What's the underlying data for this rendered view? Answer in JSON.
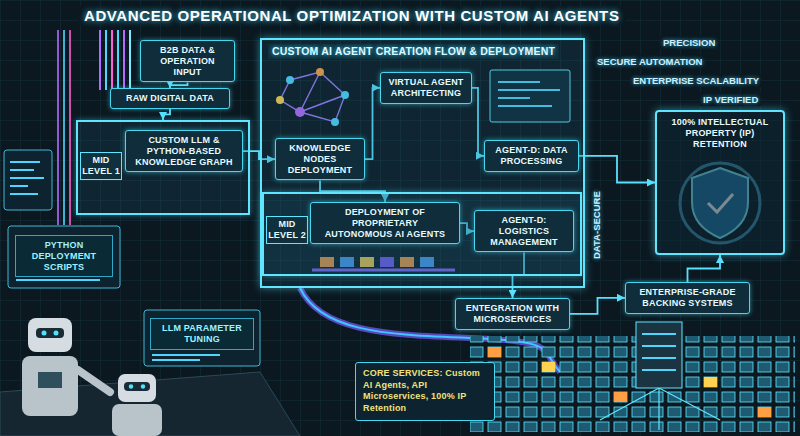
{
  "diagram": {
    "title": "ADVANCED OPERATIONAL OPTIMIZATION WITH CUSTOM AI AGENTS",
    "nodes": [
      {
        "text": [
          "B2B DATA & OPERATION INPUT"
        ]
      },
      {
        "text": [
          "RAW DIGITAL DATA"
        ]
      },
      {
        "text": [
          "MID LEVEL 1"
        ]
      },
      {
        "text": [
          "CUSTOM LLM & PYTHON-BASED KNOWLEDGE GRAPH"
        ],
        "in": 2
      },
      {
        "text": [
          "CUSTOM AI AGENT CREATION FLOW & DEPLOYMENT"
        ]
      },
      {
        "text": [
          "KNOWLEDGE NODES DEPLOYMENT"
        ],
        "in": 4
      },
      {
        "text": [
          "VIRTUAL AGENT ARCHITECTING"
        ],
        "in": 4
      },
      {
        "text": [
          "AGENT-D: DATA PROCESSING"
        ],
        "in": 4
      },
      {
        "text": [
          "MID LEVEL 2"
        ],
        "in": 4
      },
      {
        "text": [
          "DEPLOYMENT OF PROPRIETARY AUTONOMOUS AI AGENTS"
        ],
        "in": 8
      },
      {
        "text": [
          "AGENT-D: LOGISTICS MANAGEMENT"
        ],
        "in": 8
      },
      {
        "text": [
          "ENTEGRATION WITH MICROSERVICES"
        ]
      },
      {
        "text": [
          "100% INTELLECTUAL PROPERTY (IP) RETENTION"
        ]
      },
      {
        "text": [
          "ENTERPRISE-GRADE BACKING SYSTEMS"
        ]
      },
      {
        "text": [
          "PYTHON DEPLOYMENT SCRIPTS"
        ]
      },
      {
        "text": [
          "LLM PARAMETER TUNING"
        ]
      },
      {
        "text": [
          "CORE SERVICES: Custom AI Agents, API Microservices, 100% IP Retention"
        ]
      }
    ],
    "edges": [
      {
        "from": 0,
        "to": 1,
        "arrow": "to"
      },
      {
        "from": 1,
        "to": 2,
        "arrow": "to"
      },
      {
        "from": 3,
        "to": 5,
        "arrow": "to"
      },
      {
        "from": 5,
        "to": 6,
        "arrow": "to"
      },
      {
        "from": 6,
        "to": 7,
        "arrow": "to"
      },
      {
        "from": 5,
        "to": 9,
        "arrow": "to"
      },
      {
        "from": 9,
        "to": 10,
        "arrow": "to"
      },
      {
        "from": 10,
        "to": 11,
        "arrow": "to"
      },
      {
        "from": 11,
        "to": 13,
        "arrow": "to"
      },
      {
        "from": 13,
        "to": 12,
        "arrow": "to"
      },
      {
        "from": 7,
        "to": 12,
        "arrow": "to"
      }
    ],
    "labels": [
      "PRECISION",
      "SECURE AUTOMATION",
      "ENTERPRISE SCALABILITY",
      "IP VERIFIED",
      "DATA-SECURE"
    ]
  }
}
